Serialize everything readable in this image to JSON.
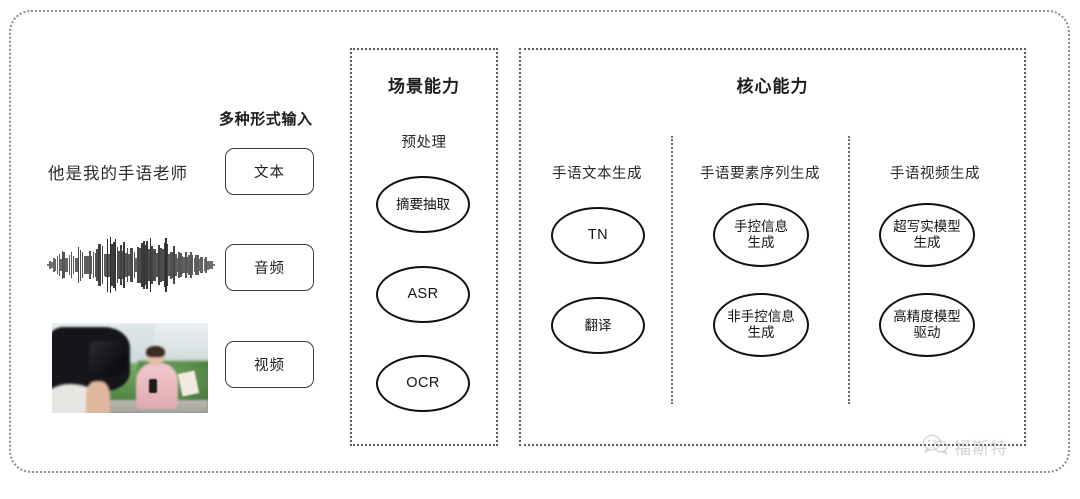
{
  "diagram": {
    "title_hidden": "",
    "left_section": {
      "header_label": "多种形式输入",
      "sample_text": "他是我的手语老师",
      "waveform_name": "audio-waveform",
      "video_name": "video-thumbnail",
      "inputs": [
        {
          "label": "文本",
          "type": "text"
        },
        {
          "label": "音频",
          "type": "audio"
        },
        {
          "label": "视频",
          "type": "video"
        }
      ]
    },
    "scene_panel": {
      "title": "场景能力",
      "subtitle": "预处理",
      "nodes": [
        {
          "label": "摘要抽取",
          "script": "cjk"
        },
        {
          "label": "ASR",
          "script": "latin"
        },
        {
          "label": "OCR",
          "script": "latin"
        }
      ]
    },
    "core_panel": {
      "title": "核心能力",
      "columns": [
        {
          "subtitle": "手语文本生成",
          "nodes": [
            {
              "label": "TN",
              "script": "latin"
            },
            {
              "label": "翻译",
              "script": "cjk"
            }
          ]
        },
        {
          "subtitle": "手语要素序列生成",
          "nodes": [
            {
              "label": "手控信息\n生成",
              "script": "cjk"
            },
            {
              "label": "非手控信息\n生成",
              "script": "cjk"
            }
          ]
        },
        {
          "subtitle": "手语视频生成",
          "nodes": [
            {
              "label": "超写实模型\n生成",
              "script": "cjk"
            },
            {
              "label": "高精度模型\n驱动",
              "script": "cjk"
            }
          ]
        }
      ]
    },
    "watermark": {
      "text": "福斯特",
      "icon": "wechat-bubbles-icon"
    },
    "colors": {
      "frame_dotted": "#8d8d8d",
      "panel_dotted": "#5f5f5f",
      "node_border": "#111111",
      "text": "#1d1d1d",
      "watermark": "#9a9a9a",
      "background": "#ffffff"
    }
  }
}
